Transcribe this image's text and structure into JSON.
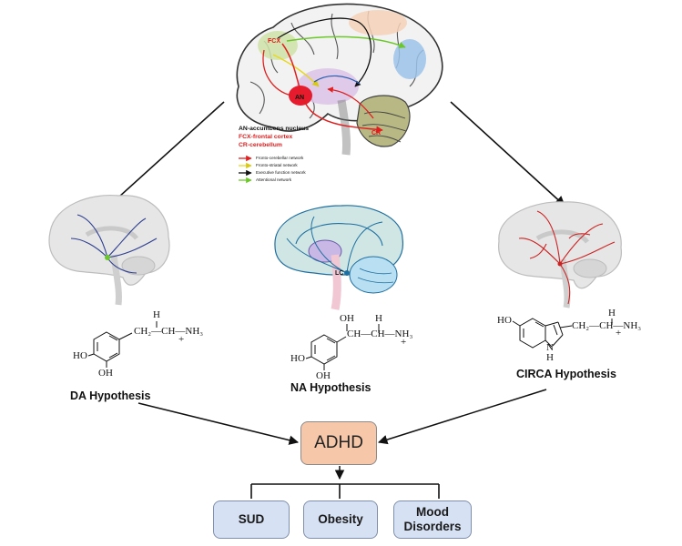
{
  "central_brain": {
    "labels": {
      "fcx": "FCX",
      "an": "AN",
      "cr": "CR"
    },
    "legend_abbrev": [
      {
        "text": "AN-accumbens nucleus",
        "color": "#111111"
      },
      {
        "text": "FCX-frontal cortex",
        "color": "#d81e1e"
      },
      {
        "text": "CR-cerebellum",
        "color": "#d81e1e"
      }
    ],
    "networks": [
      {
        "text": "Fronto-cerebellar network",
        "color": "#e02020"
      },
      {
        "text": "Fronto-striatal network",
        "color": "#e8d820"
      },
      {
        "text": "Executive function network",
        "color": "#111111"
      },
      {
        "text": "Attentional network",
        "color": "#7ad92a"
      }
    ]
  },
  "hypotheses": {
    "da": {
      "label": "DA Hypothesis",
      "substituent_top": "H",
      "chain": "CH₂—CH—NH₃",
      "charge": "+",
      "ring_top": "HO",
      "ring_bottom": "OH"
    },
    "na": {
      "label": "NA Hypothesis",
      "oh_top": "OH",
      "h_top": "H",
      "chain": "CH—CH—NH₃",
      "charge": "+",
      "ring_top": "HO",
      "ring_bottom": "OH",
      "lc": "LC"
    },
    "circa": {
      "label": "CIRCA Hypothesis",
      "ho": "HO",
      "h_top": "H",
      "chain": "CH₂—CH—NH₃",
      "charge": "+",
      "nh_n": "N",
      "nh_h": "H"
    }
  },
  "center": {
    "label": "ADHD"
  },
  "outcomes": [
    {
      "label": "SUD"
    },
    {
      "label": "Obesity"
    },
    {
      "label": "Mood Disorders"
    }
  ],
  "colors": {
    "adhd_fill": "#f6c7a8",
    "outcome_fill": "#d6e1f3",
    "da_pathway": "#2c3d8f",
    "na_pathway": "#1f6fa0",
    "circa_pathway": "#cc2222"
  }
}
